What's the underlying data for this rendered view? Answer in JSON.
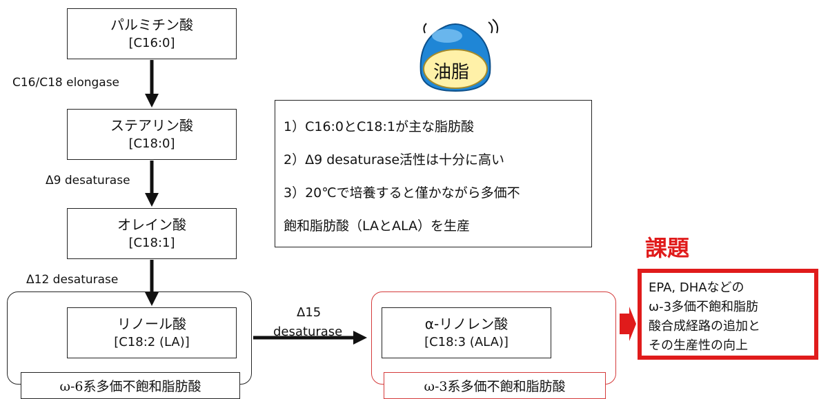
{
  "pathway": {
    "palmitic": {
      "name": "パルミチン酸",
      "formula": "[C16:0]"
    },
    "stearic": {
      "name": "ステアリン酸",
      "formula": "[C18:0]"
    },
    "oleic": {
      "name": "オレイン酸",
      "formula": "[C18:1]"
    },
    "linoleic": {
      "name": "リノール酸",
      "formula": "[C18:2 (LA)]"
    },
    "alinolenic": {
      "name": "α-リノレン酸",
      "formula": "[C18:3 (ALA)]"
    }
  },
  "enzymes": {
    "elongase": "C16/C18 elongase",
    "d9": "Δ9 desaturase",
    "d12": "Δ12 desaturase",
    "d15_line1": "Δ15",
    "d15_line2": "desaturase"
  },
  "groups": {
    "omega6": "ω-6系多価不飽和脂肪酸",
    "omega3": "ω-3系多価不飽和脂肪酸"
  },
  "icon": {
    "label": "油脂"
  },
  "features": [
    "1）C16:0とC18:1が主な脂肪酸",
    "2）Δ9 desaturase活性は十分に高い",
    "3）20℃で培養すると僅かながら多価不",
    "飽和脂肪酸（LAとALA）を生産"
  ],
  "issue": {
    "title": "課題",
    "lines": [
      "EPA, DHAなどの",
      "ω-3多価不飽和脂肪",
      "酸合成経路の追加と",
      "その生産性の向上"
    ]
  },
  "colors": {
    "accent_red": "#e01b1b",
    "icon_blue": "#1f86d6",
    "icon_yellow": "#fff1a8"
  }
}
